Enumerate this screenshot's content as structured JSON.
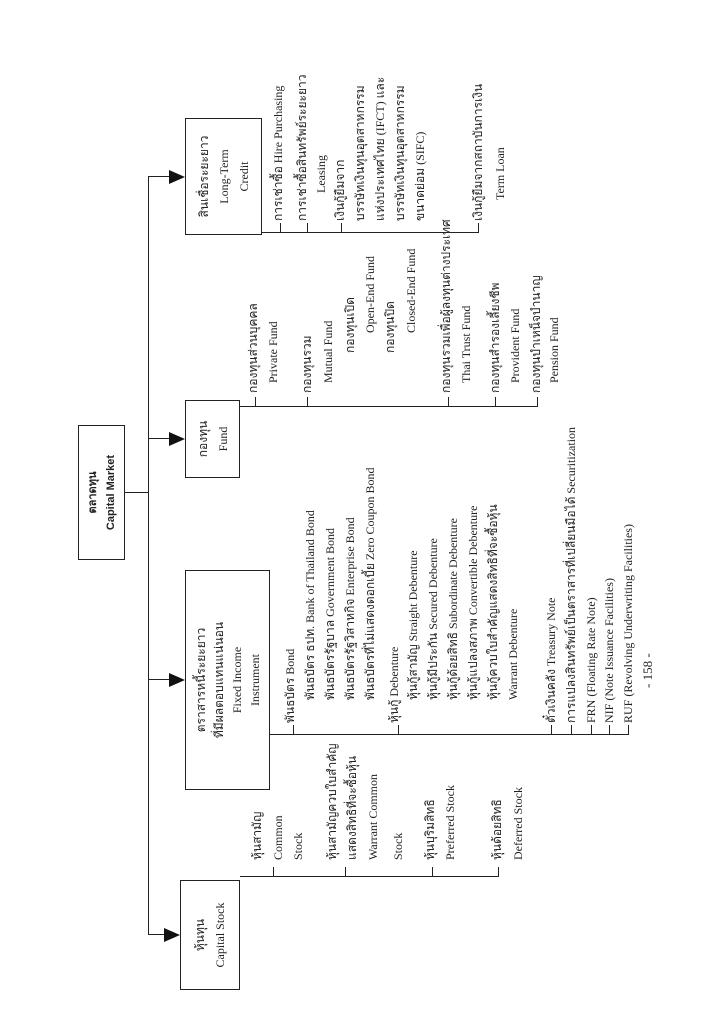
{
  "root": {
    "th": "ตลาดทุน",
    "en": "Capital Market"
  },
  "stock": {
    "box": [
      "หุ้นทุน",
      "Capital Stock"
    ],
    "items": [
      [
        "หุ้นสามัญ",
        "Common",
        "Stock"
      ],
      [
        "หุ้นสามัญควบใบสำคัญ",
        "แสดงสิทธิที่จะซื้อหุ้น",
        "Warrant Common",
        "Stock"
      ],
      [
        "หุ้นบุริมสิทธิ",
        "Preferred Stock"
      ],
      [
        "หุ้นด้อยสิทธิ",
        "Deferred Stock"
      ]
    ]
  },
  "fixed_income": {
    "box": [
      "ตราสารหนี้ระยะยาว",
      "ที่มีผลตอบแทนแน่นอน",
      "Fixed Income",
      "Instrument"
    ],
    "bond": {
      "label": "พันธบัตร Bond",
      "subs": [
        "พันธบัตร ธปท. Bank of Thailand Bond",
        "พันธบัตรรัฐบาล  Government Bond",
        "พันธบัตรรัฐวิสาหกิจ  Enterprise Bond",
        "พันธบัตรที่ไม่แสดงดอกเบี้ย  Zero Coupon Bond"
      ]
    },
    "debenture": {
      "label": "หุ้นกู้  Debenture",
      "subs": [
        "หุ้นกู้สามัญ  Straight Debenture",
        "หุ้นกู้มีประกัน  Secured Debenture",
        "หุ้นกู้ด้อยสิทธิ  Subordinate Debenture",
        "หุ้นกู้แปลงสภาพ  Convertible Debenture",
        "หุ้นกู้ควบใบสำคัญแสดงสิทธิที่จะซื้อหุ้น",
        "Warrant Debenture"
      ]
    },
    "others": [
      "ตั๋วเงินคลัง  Treasury Note",
      "การแปลงสินทรัพย์เป็นตราสารที่เปลี่ยนมือได้  Securitization",
      "FRN (Floating Rate Note)",
      "NIF (Note Issuance Facilities)",
      "RUF (Revolving Underwriting Facilities)"
    ]
  },
  "fund": {
    "box": [
      "กองทุน",
      "Fund"
    ],
    "private": [
      "กองทุนส่วนบุคคล",
      "Private Fund"
    ],
    "mutual": [
      "กองทุนรวม",
      "Mutual Fund"
    ],
    "open": [
      "กองทุนเปิด",
      "Open-End Fund"
    ],
    "closed": [
      "กองทุนปิด",
      "Closed-End Fund"
    ],
    "thai_trust": [
      "กองทุนรวมเพื่อผู้ลงทุนต่างประเทศ",
      "Thai Trust Fund"
    ],
    "provident": [
      "กองทุนสำรองเลี้ยงชีพ",
      "Provident Fund"
    ],
    "pension": [
      "กองทุนบำเหน็จบำนาญ",
      "Pension Fund"
    ]
  },
  "credit": {
    "box": [
      "สินเชื่อระยะยาว",
      "Long-Term",
      "Credit"
    ],
    "hire": "การเช่าซื้อ Hire Purchasing",
    "leasing": [
      "การเช่าซื้อสินทรัพย์ระยะยาว",
      "Leasing"
    ],
    "loan_ifct": [
      "เงินกู้ยืมจาก",
      "บรรษัทเงินทุนอุตสาหกรรม",
      "แห่งประเทศไทย (IFCT) และ",
      "บรรษัทเงินทุนอุตสาหกรรม",
      "ขนาดย่อม (SIFC)"
    ],
    "term_loan": [
      "เงินกู้ยืมจากสถาบันการเงิน",
      "Term Loan"
    ]
  },
  "page_number": "- 158 -"
}
